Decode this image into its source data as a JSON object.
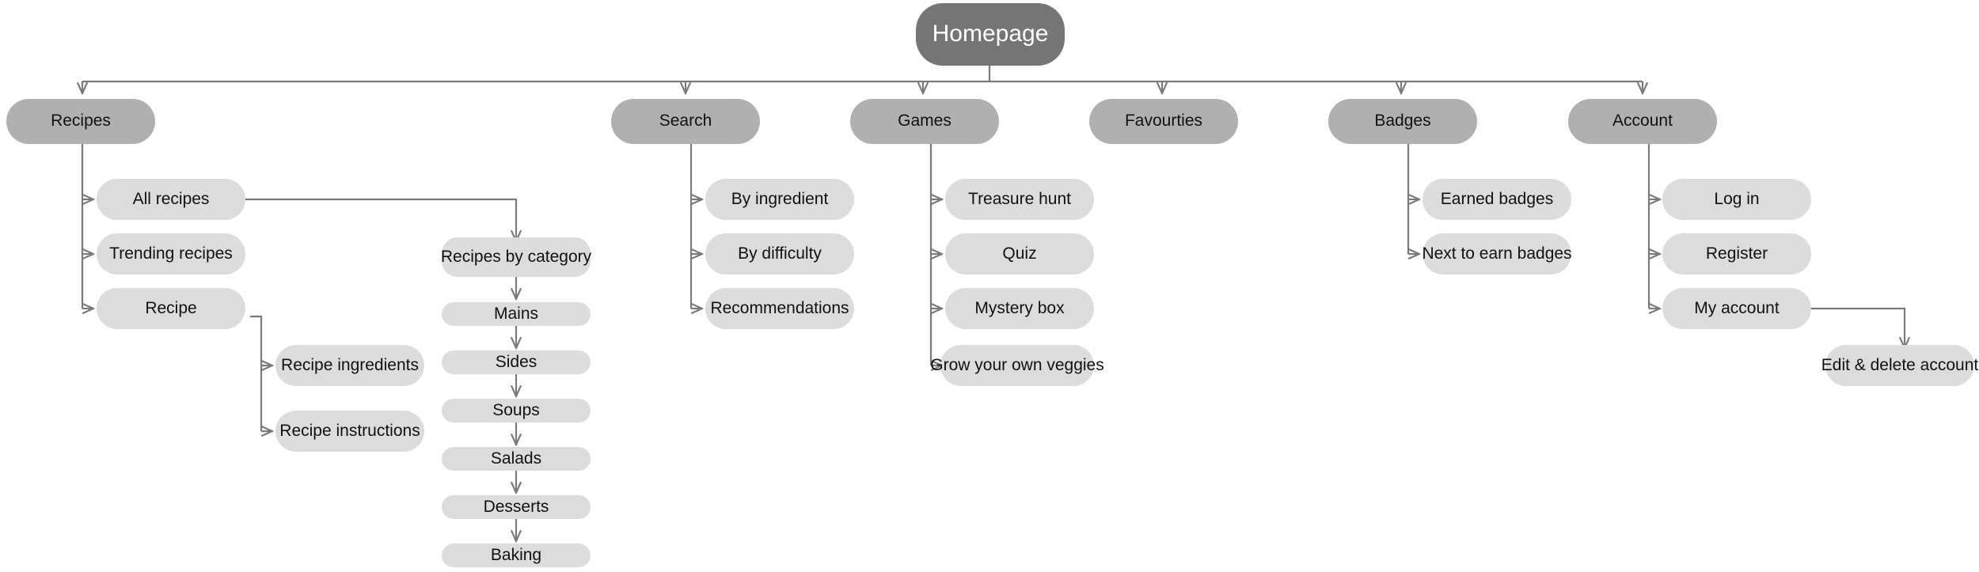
{
  "diagram": {
    "title": "Homepage",
    "type": "sitemap-tree",
    "colors": {
      "background": "#ffffff",
      "root_fill": "#757575",
      "root_text": "#ffffff",
      "level1_fill": "#b0b0b0",
      "leaf_fill": "#dcdcdc",
      "node_text": "#111111",
      "connector": "#7a7a7a"
    },
    "root": {
      "label": "Homepage"
    },
    "sections": [
      {
        "id": "recipes",
        "label": "Recipes",
        "children": [
          {
            "id": "all-recipes",
            "label": "All recipes"
          },
          {
            "id": "trending-recipes",
            "label": "Trending recipes"
          },
          {
            "id": "recipe",
            "label": "Recipe"
          }
        ],
        "grandchildren": [
          {
            "id": "recipe-ingredients",
            "label": "Recipe ingredients"
          },
          {
            "id": "recipe-instructions",
            "label": "Recipe instructions"
          }
        ],
        "category_chain": [
          {
            "id": "recipes-by-category",
            "label": "Recipes by category"
          },
          {
            "id": "mains",
            "label": "Mains"
          },
          {
            "id": "sides",
            "label": "Sides"
          },
          {
            "id": "soups",
            "label": "Soups"
          },
          {
            "id": "salads",
            "label": "Salads"
          },
          {
            "id": "desserts",
            "label": "Desserts"
          },
          {
            "id": "baking",
            "label": "Baking"
          }
        ]
      },
      {
        "id": "search",
        "label": "Search",
        "children": [
          {
            "id": "by-ingredient",
            "label": "By ingredient"
          },
          {
            "id": "by-difficulty",
            "label": "By difficulty"
          },
          {
            "id": "recommendations",
            "label": "Recommendations"
          }
        ]
      },
      {
        "id": "games",
        "label": "Games",
        "children": [
          {
            "id": "treasure-hunt",
            "label": "Treasure hunt"
          },
          {
            "id": "quiz",
            "label": "Quiz"
          },
          {
            "id": "mystery-box",
            "label": "Mystery box"
          },
          {
            "id": "grow-your-own-veggies",
            "label": "Grow your own veggies"
          }
        ]
      },
      {
        "id": "favourties",
        "label": "Favourties",
        "children": []
      },
      {
        "id": "badges",
        "label": "Badges",
        "children": [
          {
            "id": "earned-badges",
            "label": "Earned badges"
          },
          {
            "id": "next-to-earn-badges",
            "label": "Next to earn badges"
          }
        ]
      },
      {
        "id": "account",
        "label": "Account",
        "children": [
          {
            "id": "log-in",
            "label": "Log in"
          },
          {
            "id": "register",
            "label": "Register"
          },
          {
            "id": "my-account",
            "label": "My account"
          }
        ],
        "grandchildren": [
          {
            "id": "edit-delete-account",
            "label": "Edit & delete account"
          }
        ]
      }
    ]
  }
}
